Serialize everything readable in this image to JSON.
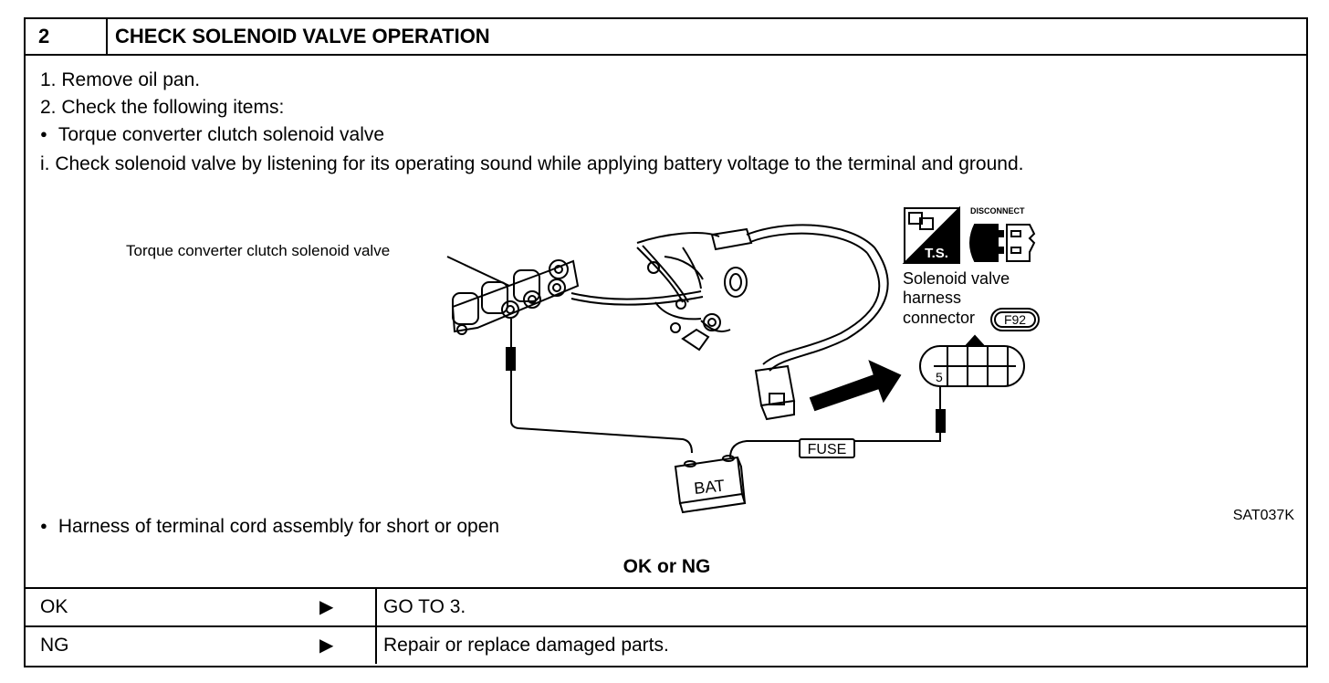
{
  "header": {
    "number": "2",
    "title": "CHECK SOLENOID VALVE OPERATION"
  },
  "steps": [
    "1.  Remove oil pan.",
    "2.  Check the following items:",
    "Torque converter clutch solenoid valve",
    "i.  Check solenoid valve by listening for its operating sound while applying battery voltage to the terminal and ground."
  ],
  "diagram": {
    "valve_label": "Torque converter clutch solenoid valve",
    "connector_label_lines": [
      "Solenoid valve",
      "harness",
      "connector"
    ],
    "connector_code": "F92",
    "disconnect_label": "DISCONNECT",
    "ts_label": "T.S.",
    "terminal_number": "5",
    "fuse_label": "FUSE",
    "battery_label": "BAT",
    "figure_code": "SAT037K"
  },
  "bottom_bullet": "Harness of terminal cord assembly for short or open",
  "question": "OK or NG",
  "results": [
    {
      "label": "OK",
      "arrow": "▶",
      "action": "GO TO 3."
    },
    {
      "label": "NG",
      "arrow": "▶",
      "action": "Repair or replace damaged parts."
    }
  ]
}
